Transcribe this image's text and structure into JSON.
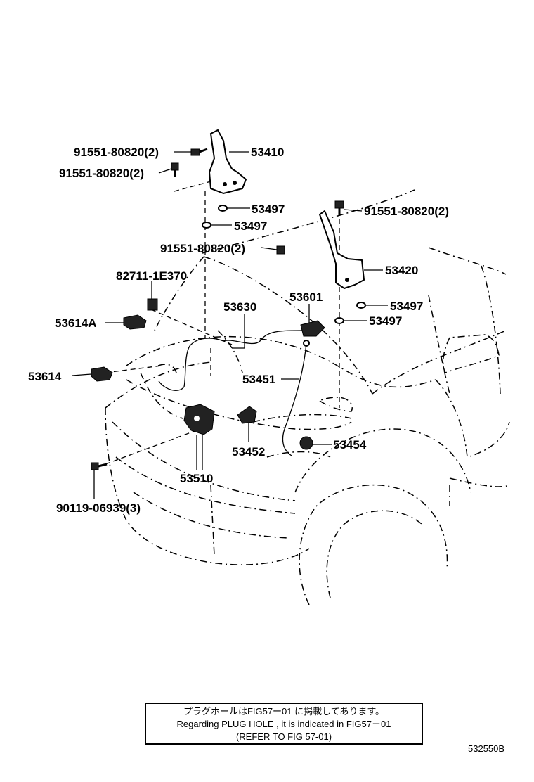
{
  "labels": {
    "bolt_hinge_left_upper": "91551-80820(2)",
    "bolt_hinge_left_lower": "91551-80820(2)",
    "hinge_left": "53410",
    "washer_left_a": "53497",
    "washer_left_b": "53497",
    "bolt_hinge_right_mid": "91551-80820(2)",
    "clip_82711": "82711-1E370",
    "cable_53630": "53630",
    "clamp_53614A": "53614A",
    "clamp_53614": "53614",
    "support_53601": "53601",
    "rod_53451": "53451",
    "bolt_hinge_right_top": "91551-80820(2)",
    "hinge_right": "53420",
    "washer_right_a": "53497",
    "washer_right_b": "53497",
    "lock_53510": "53510",
    "striker_53452": "53452",
    "cushion_53454": "53454",
    "screw_90119": "90119-06939(3)"
  },
  "note": {
    "line1": "プラグホールはFIG57ー01 に掲載してあります。",
    "line2": "Regarding  PLUG HOLE , it is  indicated  in  FIG57－01",
    "line3": "(REFER TO FIG  57-01)"
  },
  "figure_code": "532550B"
}
